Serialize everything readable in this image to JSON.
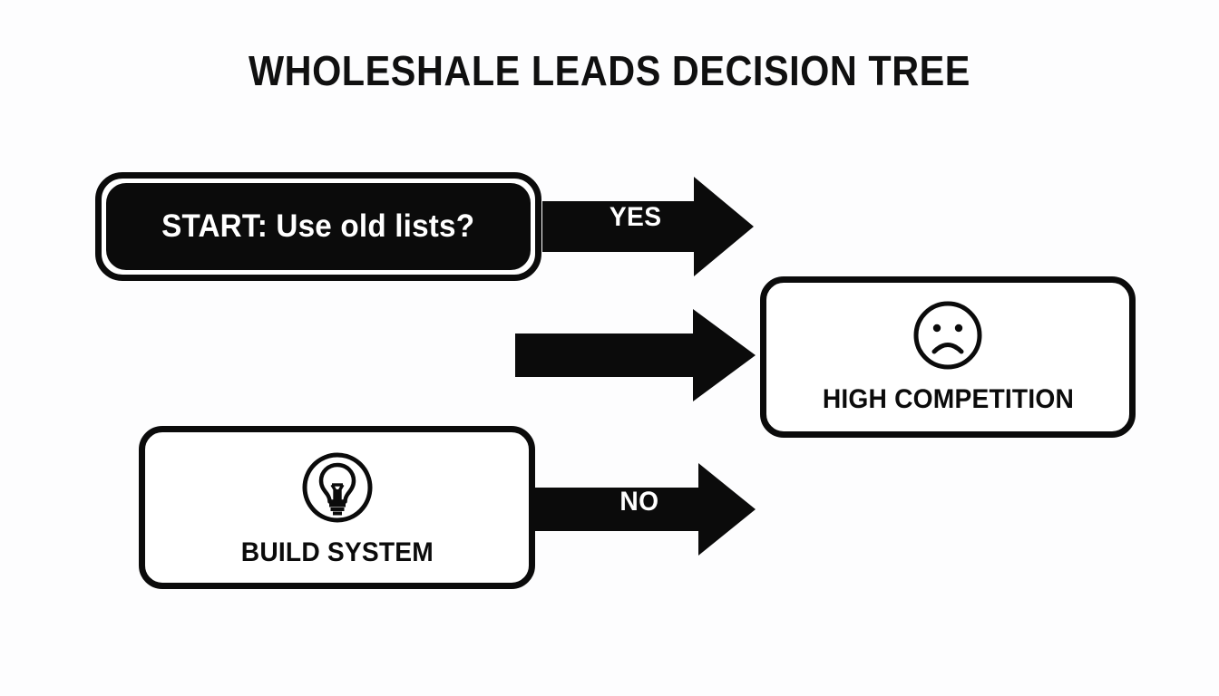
{
  "diagram": {
    "title": "WHOLESHALE LEADS DECISION TREE",
    "background_color": "#fdfdfe",
    "ink_color": "#0b0b0b",
    "type": "decision-tree-flowchart"
  },
  "nodes": {
    "start": {
      "label": "START: Use old lists?",
      "role": "decision-start",
      "fill_color": "#0b0b0b",
      "text_color": "#ffffff",
      "style": "filled-double-border-rounded"
    },
    "high_competition": {
      "label": "HIGH COMPETITION",
      "role": "outcome-negative",
      "icon": "sad-face-icon",
      "fill_color": "#ffffff",
      "text_color": "#0b0b0b",
      "style": "outlined-rounded"
    },
    "build_system": {
      "label": "BUILD SYSTEM",
      "role": "outcome-positive",
      "icon": "lightbulb-icon",
      "fill_color": "#ffffff",
      "text_color": "#0b0b0b",
      "style": "outlined-rounded"
    }
  },
  "arrows": [
    {
      "id": "yes",
      "label": "YES",
      "from": "start",
      "to": "high_competition",
      "label_color": "#ffffff",
      "fill_color": "#0b0b0b"
    },
    {
      "id": "middle",
      "label": "",
      "from": "start",
      "to": "high_competition",
      "label_color": "#ffffff",
      "fill_color": "#0b0b0b"
    },
    {
      "id": "no",
      "label": "NO",
      "from": "build_system",
      "to": "high_competition",
      "label_color": "#ffffff",
      "fill_color": "#0b0b0b"
    }
  ]
}
